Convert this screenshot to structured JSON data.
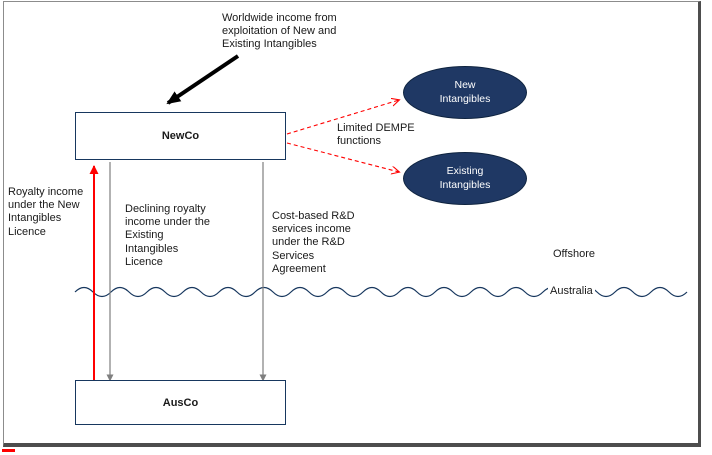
{
  "diagram": {
    "top_annotation": "Worldwide income from\nexploitation of New and\nExisting Intangibles",
    "newco_label": "NewCo",
    "ausco_label": "AusCo",
    "new_intangibles_label": "New\nIntangibles",
    "existing_intangibles_label": "Existing\nIntangibles",
    "dempe_label": "Limited DEMPE\nfunctions",
    "royalty_new_label": "Royalty income\nunder the New\nIntangibles\nLicence",
    "royalty_declining_label": "Declining royalty\nincome under the\nExisting\nIntangibles\nLicence",
    "rd_services_label": "Cost-based R&D\nservices income\nunder the R&D\nServices\nAgreement",
    "offshore_label": "Offshore",
    "australia_label": "Australia",
    "colors": {
      "ellipse_fill": "#1f3864",
      "box_border": "#17375e",
      "red_arrow": "#ff0000",
      "gray_arrow": "#7f7f7f",
      "black_arrow": "#000000",
      "wave_line": "#17375e",
      "frame_shadow": "#4d4d4d"
    }
  }
}
